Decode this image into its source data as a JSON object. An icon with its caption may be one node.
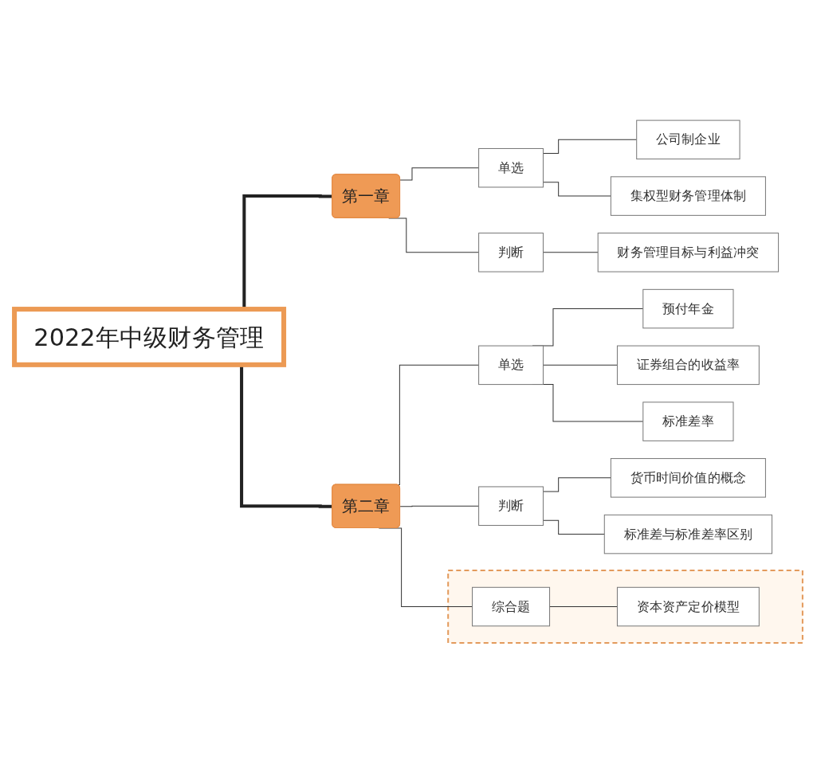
{
  "diagram": {
    "nodes": [
      {
        "text": [
          "2022年中级财务管理"
        ]
      },
      {
        "text": [
          "第一章"
        ]
      },
      {
        "text": [
          "单选"
        ]
      },
      {
        "text": [
          "公司制企业"
        ]
      },
      {
        "text": [
          "集权型财务管理体制"
        ]
      },
      {
        "text": [
          "判断"
        ]
      },
      {
        "text": [
          "财务管理目标与利益冲突"
        ]
      },
      {
        "text": [
          "第二章"
        ]
      },
      {
        "text": [
          "单选"
        ]
      },
      {
        "text": [
          "预付年金"
        ]
      },
      {
        "text": [
          "证券组合的收益率"
        ]
      },
      {
        "text": [
          "标准差率"
        ]
      },
      {
        "text": [
          "判断"
        ]
      },
      {
        "text": [
          "货币时间价值的概念"
        ]
      },
      {
        "text": [
          "标准差与标准差率区别"
        ]
      },
      {
        "text": [],
        "shape": "box"
      },
      {
        "text": [
          "综合题"
        ],
        "in": 15
      },
      {
        "text": [
          "资本资产定价模型"
        ],
        "in": 15
      }
    ],
    "edges": [
      {
        "from": 0,
        "to": 1,
        "arrow": "none",
        "style": "thick"
      },
      {
        "from": 1,
        "to": 2,
        "arrow": "none"
      },
      {
        "from": 2,
        "to": 3,
        "arrow": "none"
      },
      {
        "from": 2,
        "to": 4,
        "arrow": "none"
      },
      {
        "from": 1,
        "to": 5,
        "arrow": "none"
      },
      {
        "from": 5,
        "to": 6,
        "arrow": "none"
      },
      {
        "from": 0,
        "to": 7,
        "arrow": "none",
        "style": "thick"
      },
      {
        "from": 7,
        "to": 8,
        "arrow": "none"
      },
      {
        "from": 8,
        "to": 9,
        "arrow": "none"
      },
      {
        "from": 8,
        "to": 10,
        "arrow": "none"
      },
      {
        "from": 8,
        "to": 11,
        "arrow": "none"
      },
      {
        "from": 7,
        "to": 12,
        "arrow": "none"
      },
      {
        "from": 12,
        "to": 13,
        "arrow": "none"
      },
      {
        "from": 12,
        "to": 14,
        "arrow": "none"
      },
      {
        "from": 7,
        "to": 16,
        "arrow": "none"
      },
      {
        "from": 16,
        "to": 17,
        "arrow": "none"
      }
    ]
  }
}
